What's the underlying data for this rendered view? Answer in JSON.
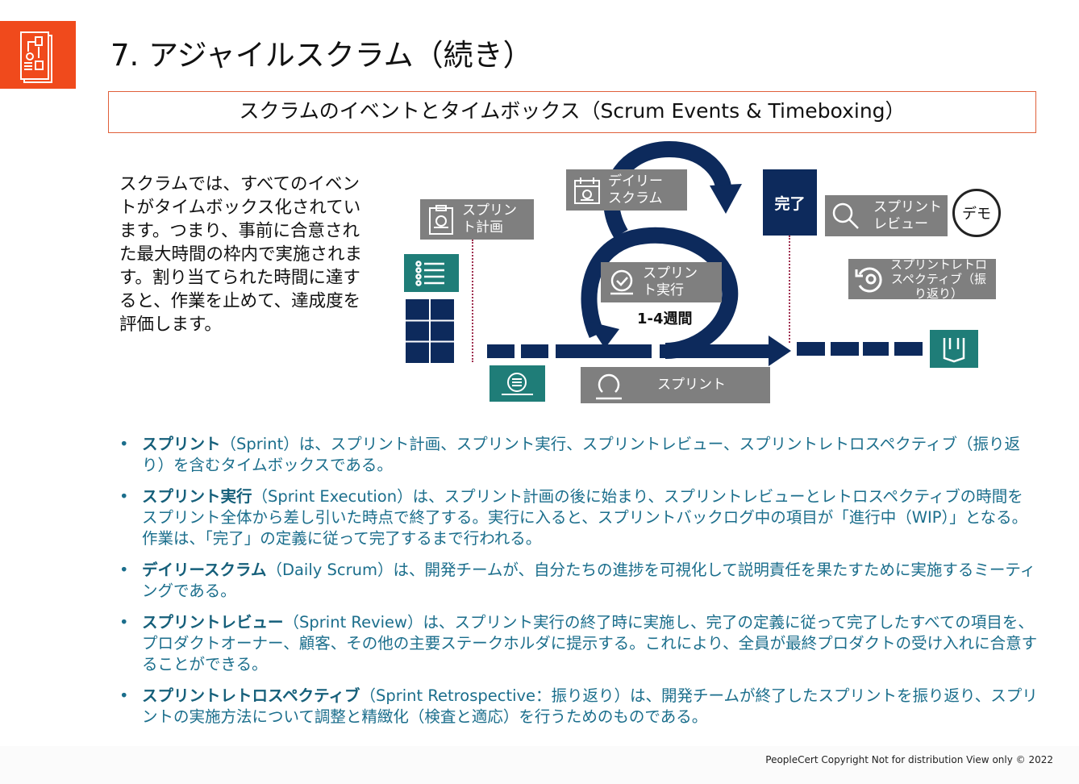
{
  "title": "7. アジャイルスクラム（続き）",
  "subtitle": "スクラムのイベントとタイムボックス（Scrum Events & Timeboxing）",
  "intro": "スクラムでは、すべてのイベントがタイムボックス化されています。つまり、事前に合意された最大時間の枠内で実施されます。割り当てられた時間に達すると、作業を止めて、達成度を評価します。",
  "diagram": {
    "sprint_planning": "スプリント計画",
    "daily_scrum": "デイリースクラム",
    "sprint_execution": "スプリント実行",
    "duration": "1-4週間",
    "done": "完了",
    "sprint_review": "スプリントレビュー",
    "demo": "デモ",
    "retrospective": "スプリントレトロスペクティブ（振り返り）",
    "sprint": "スプリント",
    "colors": {
      "navy": "#0d2a5c",
      "teal": "#1f7d78",
      "grey": "#7f7f7f",
      "accent": "#f04a1c"
    }
  },
  "bullets": [
    {
      "term": "スプリント",
      "text": "（Sprint）は、スプリント計画、スプリント実行、スプリントレビュー、スプリントレトロスペクティブ（振り返り）を含むタイムボックスである。"
    },
    {
      "term": "スプリント実行",
      "text": "（Sprint Execution）は、スプリント計画の後に始まり、スプリントレビューとレトロスペクティブの時間をスプリント全体から差し引いた時点で終了する。実行に入ると、スプリントバックログ中の項目が「進行中（WIP）」となる。作業は、「完了」の定義に従って完了するまで行われる。"
    },
    {
      "term": "デイリースクラム",
      "text": "（Daily Scrum）は、開発チームが、自分たちの進捗を可視化して説明責任を果たすために実施するミーティングである。"
    },
    {
      "term": "スプリントレビュー",
      "text": "（Sprint Review）は、スプリント実行の終了時に実施し、完了の定義に従って完了したすべての項目を、プロダクトオーナー、顧客、その他の主要ステークホルダに提示する。これにより、全員が最終プロダクトの受け入れに合意することができる。"
    },
    {
      "term": "スプリントレトロスペクティブ",
      "text": "（Sprint Retrospective：振り返り）は、開発チームが終了したスプリントを振り返り、スプリントの実施方法について調整と精緻化（検査と適応）を行うためのものである。"
    }
  ],
  "footer": "PeopleCert Copyright   Not for distribution   View only © 2022"
}
